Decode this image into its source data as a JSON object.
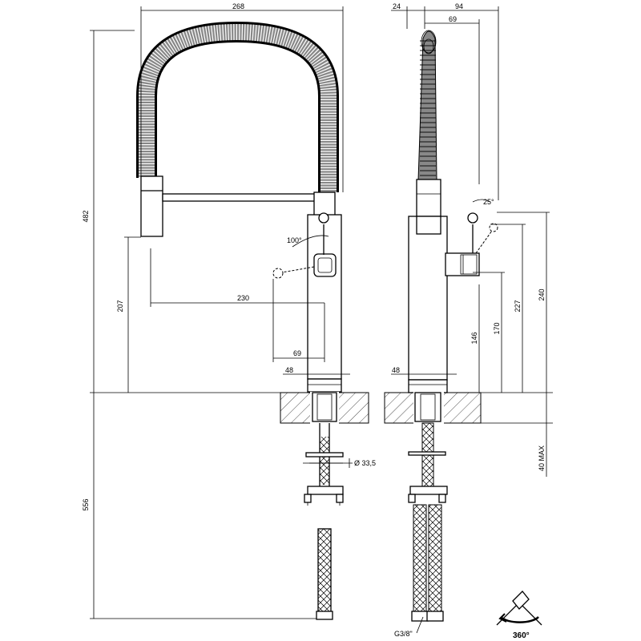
{
  "dimensions": {
    "front_width_top": "268",
    "front_total_height": "482",
    "front_spout_height": "207",
    "front_reach": "230",
    "front_lever_offset": "69",
    "front_base_width": "48",
    "front_lever_angle": "100°",
    "front_thread_diameter": "Ø 33,5",
    "below_counter_length": "556",
    "side_offset_small": "24",
    "side_width_94": "94",
    "side_width_69": "69",
    "side_lever_angle": "25°",
    "side_base_width": "48",
    "side_h146": "146",
    "side_h170": "170",
    "side_h227": "227",
    "side_h240": "240",
    "counter_thickness": "40 MAX",
    "connection_thread": "G3/8\"",
    "rotation": "360°"
  },
  "colors": {
    "line": "#000000",
    "background": "#ffffff"
  }
}
